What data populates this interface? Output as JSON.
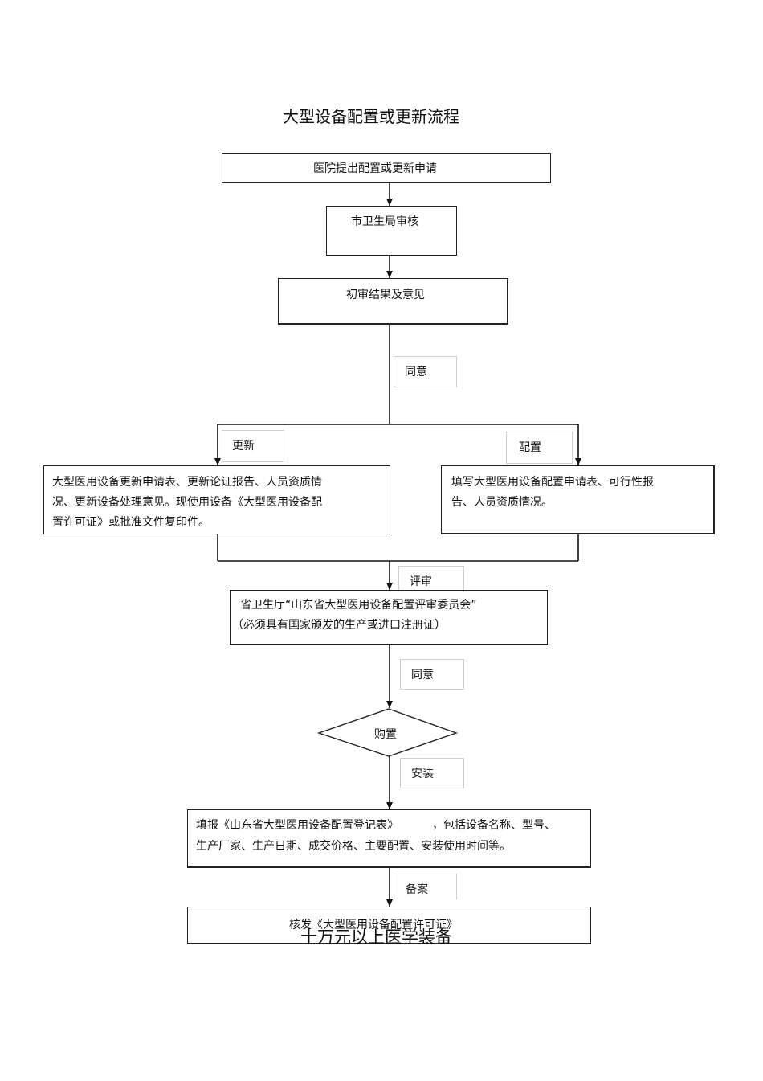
{
  "title": "大型设备配置或更新流程",
  "steps": {
    "apply": "医院提出配置或更新申请",
    "city_review": "市卫生局审核",
    "initial_result": "初审结果及意见"
  },
  "labels": {
    "agree_1": "同意",
    "update": "更新",
    "configure": "配置",
    "review": "评审",
    "agree_2": "同意",
    "install": "安装",
    "record": "备案"
  },
  "update_docs": {
    "line1": "大型医用设备更新申请表、更新论证报告、人员资质情",
    "line2": "况、更新设备处理意见。现使用设备《大型医用设备配",
    "line3": "置许可证》或批准文件复印件。"
  },
  "config_docs": {
    "line1": "填写大型医用设备配置申请表、可行性报",
    "line2": "告、人员资质情况。"
  },
  "province": {
    "line1": "省卫生厅“山东省大型医用设备配置评审委员会”",
    "line2": "（必须具有国家颁发的生产或进口注册证）"
  },
  "purchase": "购置",
  "register_form": {
    "line1_a": "填报《山东省大型医用设备配置登记表》",
    "line1_b": "，包括设备名称、型号、",
    "line2": "生产厂家、生产日期、成交价格、主要配置、安装使用时间等。"
  },
  "license": "核发《大型医用设备配置许可证》",
  "overlay_text": "十万元以上医学装备"
}
